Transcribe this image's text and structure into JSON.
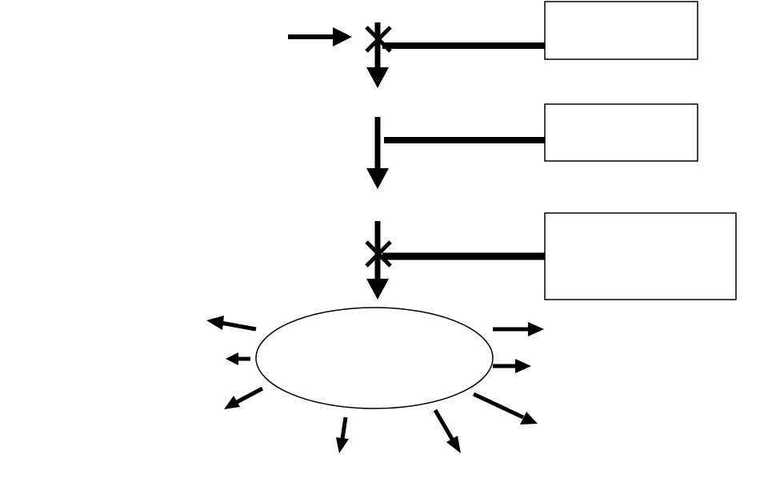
{
  "diagram": {
    "boxes": [
      {
        "id": "box-top",
        "label": ""
      },
      {
        "id": "box-middle",
        "label": ""
      },
      {
        "id": "box-bottom",
        "label": ""
      }
    ],
    "ellipse": {
      "label": ""
    },
    "markers": [
      {
        "id": "block-top",
        "symbol": "x-mark-icon"
      },
      {
        "id": "block-bottom",
        "symbol": "x-mark-icon"
      }
    ],
    "colors": {
      "stroke": "#000000",
      "background": "#ffffff"
    }
  }
}
